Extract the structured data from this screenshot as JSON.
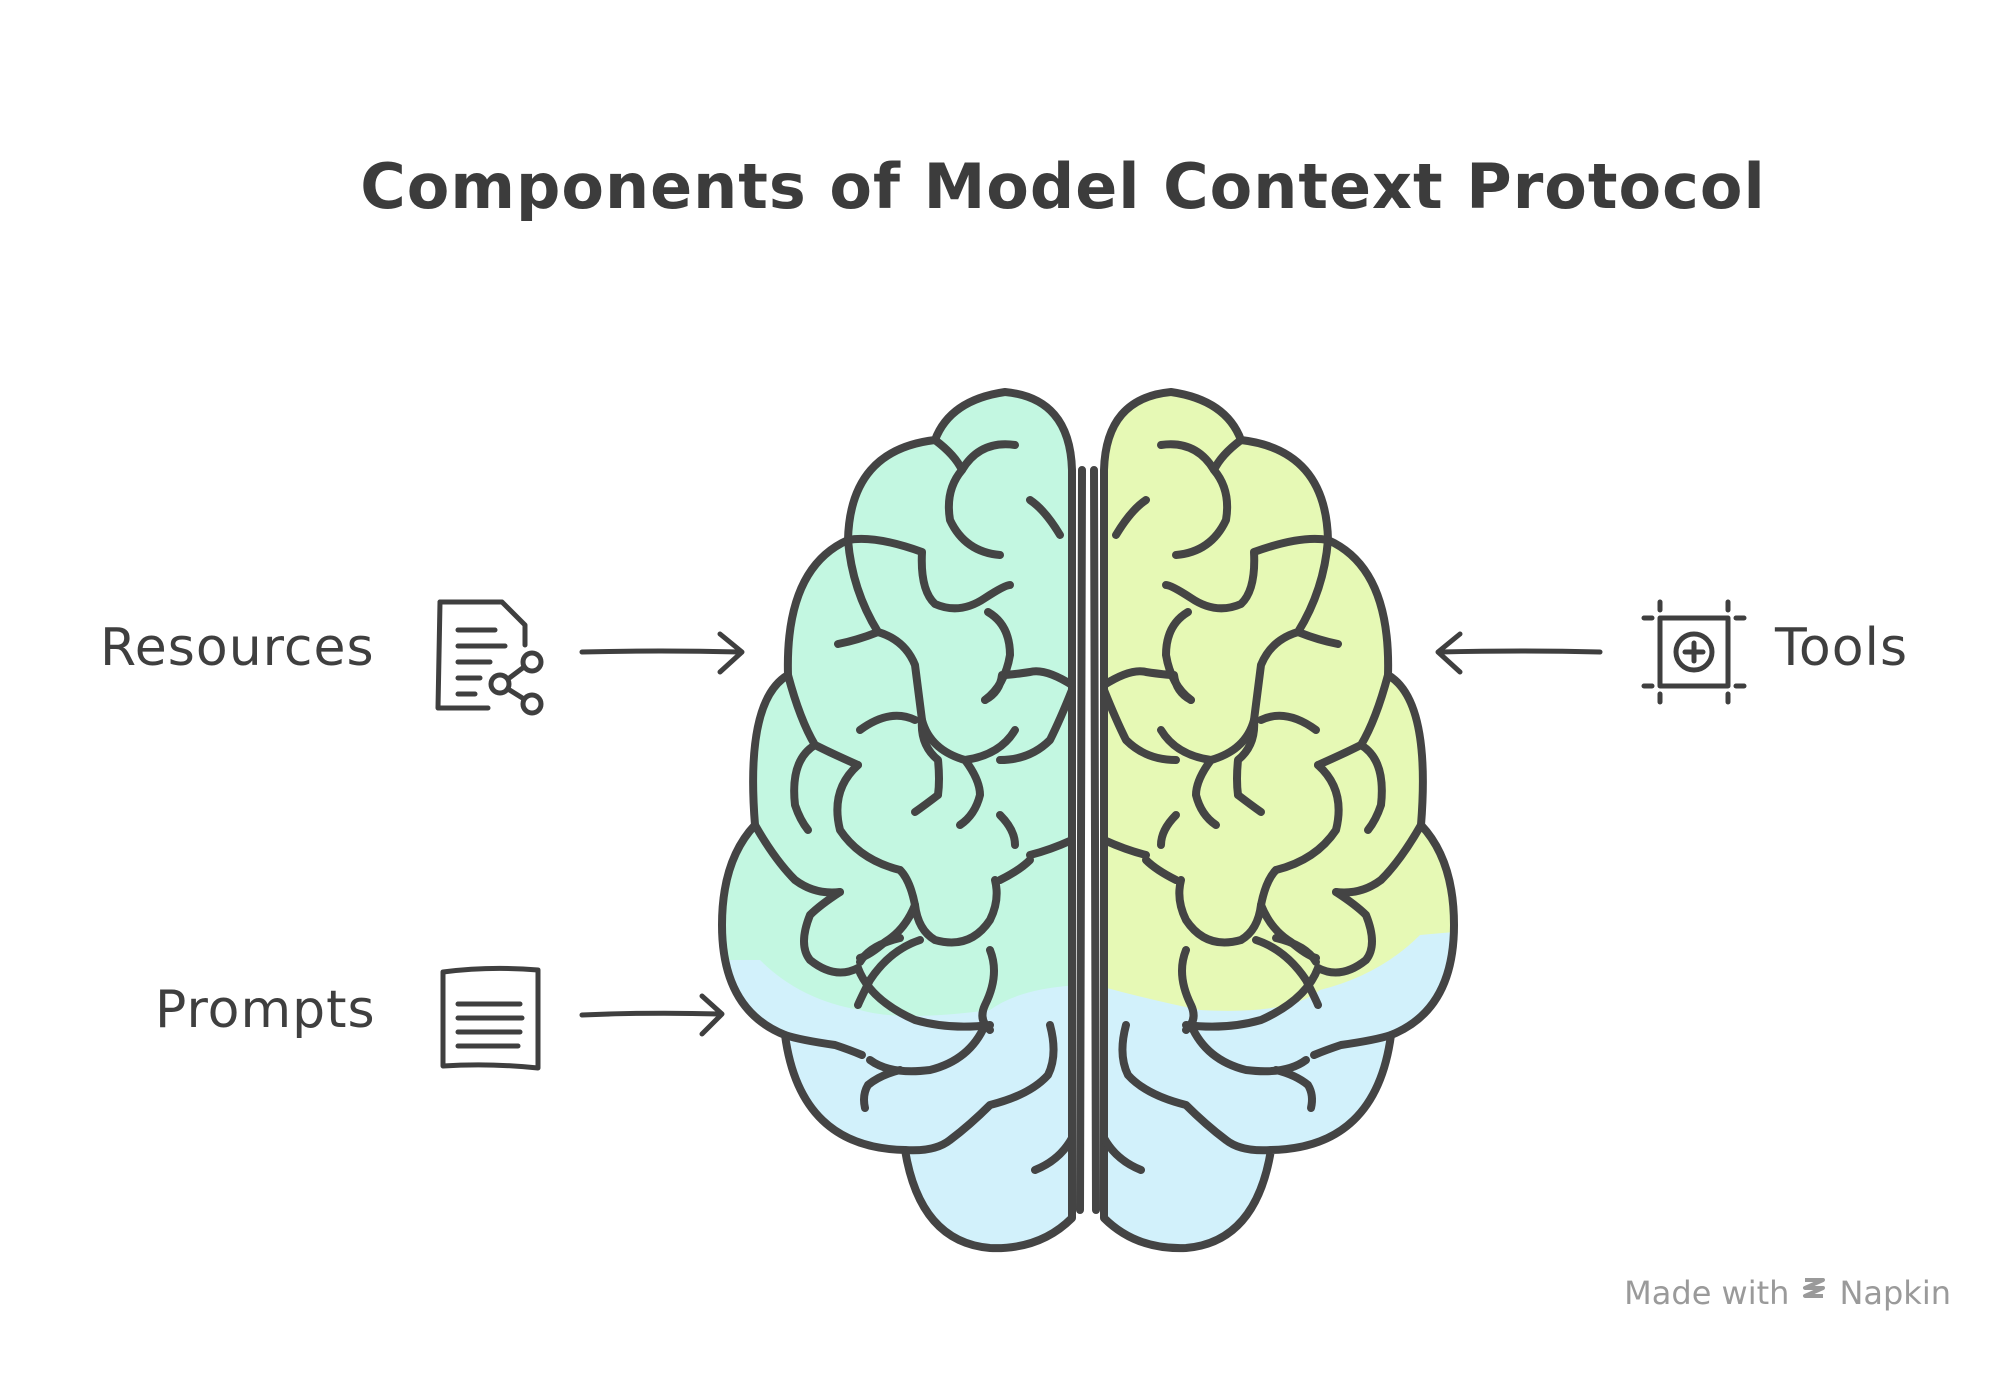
{
  "title": "Components of Model Context Protocol",
  "components": {
    "resources": {
      "label": "Resources",
      "icon": "document-share-icon"
    },
    "prompts": {
      "label": "Prompts",
      "icon": "text-document-icon"
    },
    "tools": {
      "label": "Tools",
      "icon": "add-tool-frame-icon"
    }
  },
  "brain": {
    "left_upper_color": "#c3f7e1",
    "right_upper_color": "#e6f9b5",
    "lower_color": "#d2f1fb",
    "stroke_color": "#444444"
  },
  "footer": {
    "prefix": "Made with",
    "brand": "Napkin"
  }
}
